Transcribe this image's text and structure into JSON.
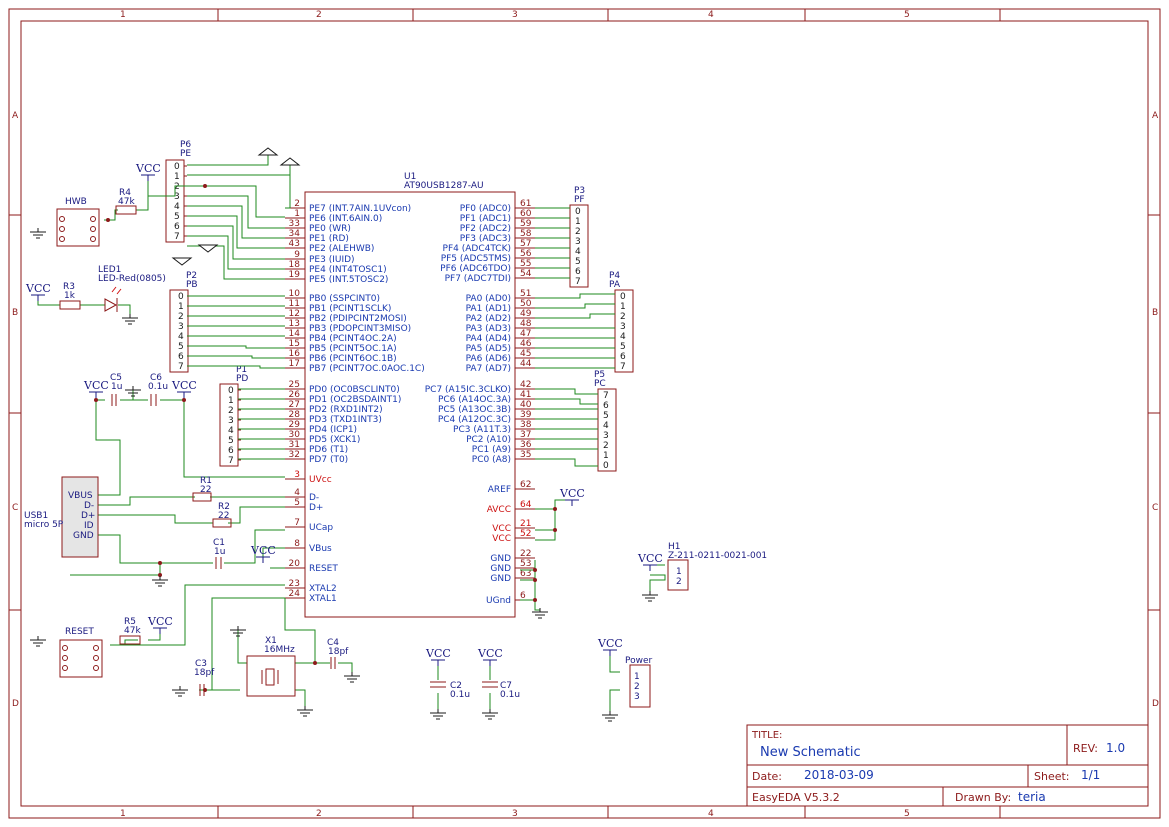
{
  "frame": {
    "columns": [
      "1",
      "2",
      "3",
      "4",
      "5"
    ],
    "rows": [
      "A",
      "B",
      "C",
      "D"
    ]
  },
  "title_block": {
    "title_label": "TITLE:",
    "title": "New Schematic",
    "rev_label": "REV:",
    "rev": "1.0",
    "date_label": "Date:",
    "date": "2018-03-09",
    "sheet_label": "Sheet:",
    "sheet": "1/1",
    "tool": "EasyEDA V5.3.2",
    "drawn_label": "Drawn By:",
    "drawn_by": "teria"
  },
  "u1": {
    "designator": "U1",
    "part": "AT90USB1287-AU",
    "left_pins": [
      {
        "num": "2",
        "name": "PE7 (INT.7AIN.1UVcon)",
        "red": false
      },
      {
        "num": "1",
        "name": "PE6 (INT.6AIN.0)",
        "red": false
      },
      {
        "num": "33",
        "name": "PE0 (WR)",
        "red": false
      },
      {
        "num": "34",
        "name": "PE1 (RD)",
        "red": false
      },
      {
        "num": "43",
        "name": "PE2 (ALEHWB)",
        "red": false
      },
      {
        "num": "9",
        "name": "PE3 (IUID)",
        "red": false
      },
      {
        "num": "18",
        "name": "PE4 (INT4TOSC1)",
        "red": false
      },
      {
        "num": "19",
        "name": "PE5 (INT.5TOSC2)",
        "red": false
      },
      {
        "num": "10",
        "name": "PB0 (SSPCINT0)",
        "red": false
      },
      {
        "num": "11",
        "name": "PB1 (PCINT1SCLK)",
        "red": false
      },
      {
        "num": "12",
        "name": "PB2 (PDIPCINT2MOSI)",
        "red": false
      },
      {
        "num": "13",
        "name": "PB3 (PDOPCINT3MISO)",
        "red": false
      },
      {
        "num": "14",
        "name": "PB4 (PCINT4OC.2A)",
        "red": false
      },
      {
        "num": "15",
        "name": "PB5 (PCINT5OC.1A)",
        "red": false
      },
      {
        "num": "16",
        "name": "PB6 (PCINT6OC.1B)",
        "red": false
      },
      {
        "num": "17",
        "name": "PB7 (PCINT7OC.0AOC.1C)",
        "red": false
      },
      {
        "num": "25",
        "name": "PD0 (OC0BSCLINT0)",
        "red": false
      },
      {
        "num": "26",
        "name": "PD1 (OC2BSDAINT1)",
        "red": false
      },
      {
        "num": "27",
        "name": "PD2 (RXD1INT2)",
        "red": false
      },
      {
        "num": "28",
        "name": "PD3 (TXD1INT3)",
        "red": false
      },
      {
        "num": "29",
        "name": "PD4 (ICP1)",
        "red": false
      },
      {
        "num": "30",
        "name": "PD5 (XCK1)",
        "red": false
      },
      {
        "num": "31",
        "name": "PD6 (T1)",
        "red": false
      },
      {
        "num": "32",
        "name": "PD7 (T0)",
        "red": false
      },
      {
        "num": "3",
        "name": "UVcc",
        "red": true
      },
      {
        "num": "4",
        "name": "D-",
        "red": false
      },
      {
        "num": "5",
        "name": "D+",
        "red": false
      },
      {
        "num": "7",
        "name": "UCap",
        "red": false
      },
      {
        "num": "8",
        "name": "VBus",
        "red": false
      },
      {
        "num": "20",
        "name": "RESET",
        "red": false
      },
      {
        "num": "23",
        "name": "XTAL2",
        "red": false
      },
      {
        "num": "24",
        "name": "XTAL1",
        "red": false
      }
    ],
    "right_pins": [
      {
        "num": "61",
        "name": "PF0 (ADC0)",
        "red": false
      },
      {
        "num": "60",
        "name": "PF1 (ADC1)",
        "red": false
      },
      {
        "num": "59",
        "name": "PF2 (ADC2)",
        "red": false
      },
      {
        "num": "58",
        "name": "PF3 (ADC3)",
        "red": false
      },
      {
        "num": "57",
        "name": "PF4 (ADC4TCK)",
        "red": false
      },
      {
        "num": "56",
        "name": "PF5 (ADC5TMS)",
        "red": false
      },
      {
        "num": "55",
        "name": "PF6 (ADC6TDO)",
        "red": false
      },
      {
        "num": "54",
        "name": "PF7 (ADC7TDI)",
        "red": false
      },
      {
        "num": "51",
        "name": "PA0 (AD0)",
        "red": false
      },
      {
        "num": "50",
        "name": "PA1 (AD1)",
        "red": false
      },
      {
        "num": "49",
        "name": "PA2 (AD2)",
        "red": false
      },
      {
        "num": "48",
        "name": "PA3 (AD3)",
        "red": false
      },
      {
        "num": "47",
        "name": "PA4 (AD4)",
        "red": false
      },
      {
        "num": "46",
        "name": "PA5 (AD5)",
        "red": false
      },
      {
        "num": "45",
        "name": "PA6 (AD6)",
        "red": false
      },
      {
        "num": "44",
        "name": "PA7 (AD7)",
        "red": false
      },
      {
        "num": "42",
        "name": "PC7 (A15IC.3CLKO)",
        "red": false
      },
      {
        "num": "41",
        "name": "PC6 (A14OC.3A)",
        "red": false
      },
      {
        "num": "40",
        "name": "PC5 (A13OC.3B)",
        "red": false
      },
      {
        "num": "39",
        "name": "PC4 (A12OC.3C)",
        "red": false
      },
      {
        "num": "38",
        "name": "PC3 (A11T.3)",
        "red": false
      },
      {
        "num": "37",
        "name": "PC2 (A10)",
        "red": false
      },
      {
        "num": "36",
        "name": "PC1 (A9)",
        "red": false
      },
      {
        "num": "35",
        "name": "PC0 (A8)",
        "red": false
      },
      {
        "num": "62",
        "name": "AREF",
        "red": false
      },
      {
        "num": "64",
        "name": "AVCC",
        "red": true
      },
      {
        "num": "21",
        "name": "VCC",
        "red": true
      },
      {
        "num": "52",
        "name": "VCC",
        "red": true
      },
      {
        "num": "22",
        "name": "GND",
        "red": false
      },
      {
        "num": "53",
        "name": "GND",
        "red": false
      },
      {
        "num": "63",
        "name": "GND",
        "red": false
      },
      {
        "num": "6",
        "name": "UGnd",
        "red": false
      }
    ]
  },
  "headers": {
    "p6": {
      "designator": "P6",
      "name": "PE",
      "pins": [
        "0",
        "1",
        "2",
        "3",
        "4",
        "5",
        "6",
        "7"
      ]
    },
    "p2": {
      "designator": "P2",
      "name": "PB",
      "pins": [
        "0",
        "1",
        "2",
        "3",
        "4",
        "5",
        "6",
        "7"
      ]
    },
    "p1": {
      "designator": "P1",
      "name": "PD",
      "pins": [
        "0",
        "1",
        "2",
        "3",
        "4",
        "5",
        "6",
        "7"
      ]
    },
    "p3": {
      "designator": "P3",
      "name": "PF",
      "pins": [
        "0",
        "1",
        "2",
        "3",
        "4",
        "5",
        "6",
        "7"
      ]
    },
    "p4": {
      "designator": "P4",
      "name": "PA",
      "pins": [
        "0",
        "1",
        "2",
        "3",
        "4",
        "5",
        "6",
        "7"
      ]
    },
    "p5": {
      "designator": "P5",
      "name": "PC",
      "pins": [
        "7",
        "6",
        "5",
        "4",
        "3",
        "2",
        "1",
        "0"
      ]
    }
  },
  "components": {
    "r1": {
      "ref": "R1",
      "value": "22"
    },
    "r2": {
      "ref": "R2",
      "value": "22"
    },
    "r3": {
      "ref": "R3",
      "value": "1k"
    },
    "r4": {
      "ref": "R4",
      "value": "47k"
    },
    "r5": {
      "ref": "R5",
      "value": "47k"
    },
    "c1": {
      "ref": "C1",
      "value": "1u"
    },
    "c2": {
      "ref": "C2",
      "value": "0.1u"
    },
    "c3": {
      "ref": "C3",
      "value": "18pf"
    },
    "c4": {
      "ref": "C4",
      "value": "18pf"
    },
    "c5": {
      "ref": "C5",
      "value": "1u"
    },
    "c6": {
      "ref": "C6",
      "value": "0.1u"
    },
    "c7": {
      "ref": "C7",
      "value": "0.1u"
    },
    "led1": {
      "ref": "LED1",
      "value": "LED-Red(0805)"
    },
    "x1": {
      "ref": "X1",
      "value": "16MHz"
    },
    "hwb": {
      "name": "HWB"
    },
    "reset_sw": {
      "name": "RESET"
    },
    "usb": {
      "ref": "USB1",
      "value": "micro 5P",
      "pins": [
        "VBUS",
        "D-",
        "D+",
        "ID",
        "GND"
      ]
    },
    "h1": {
      "ref": "H1",
      "value": "Z-211-0211-0021-001"
    },
    "power": {
      "name": "Power"
    }
  },
  "vcc_label": "VCC"
}
